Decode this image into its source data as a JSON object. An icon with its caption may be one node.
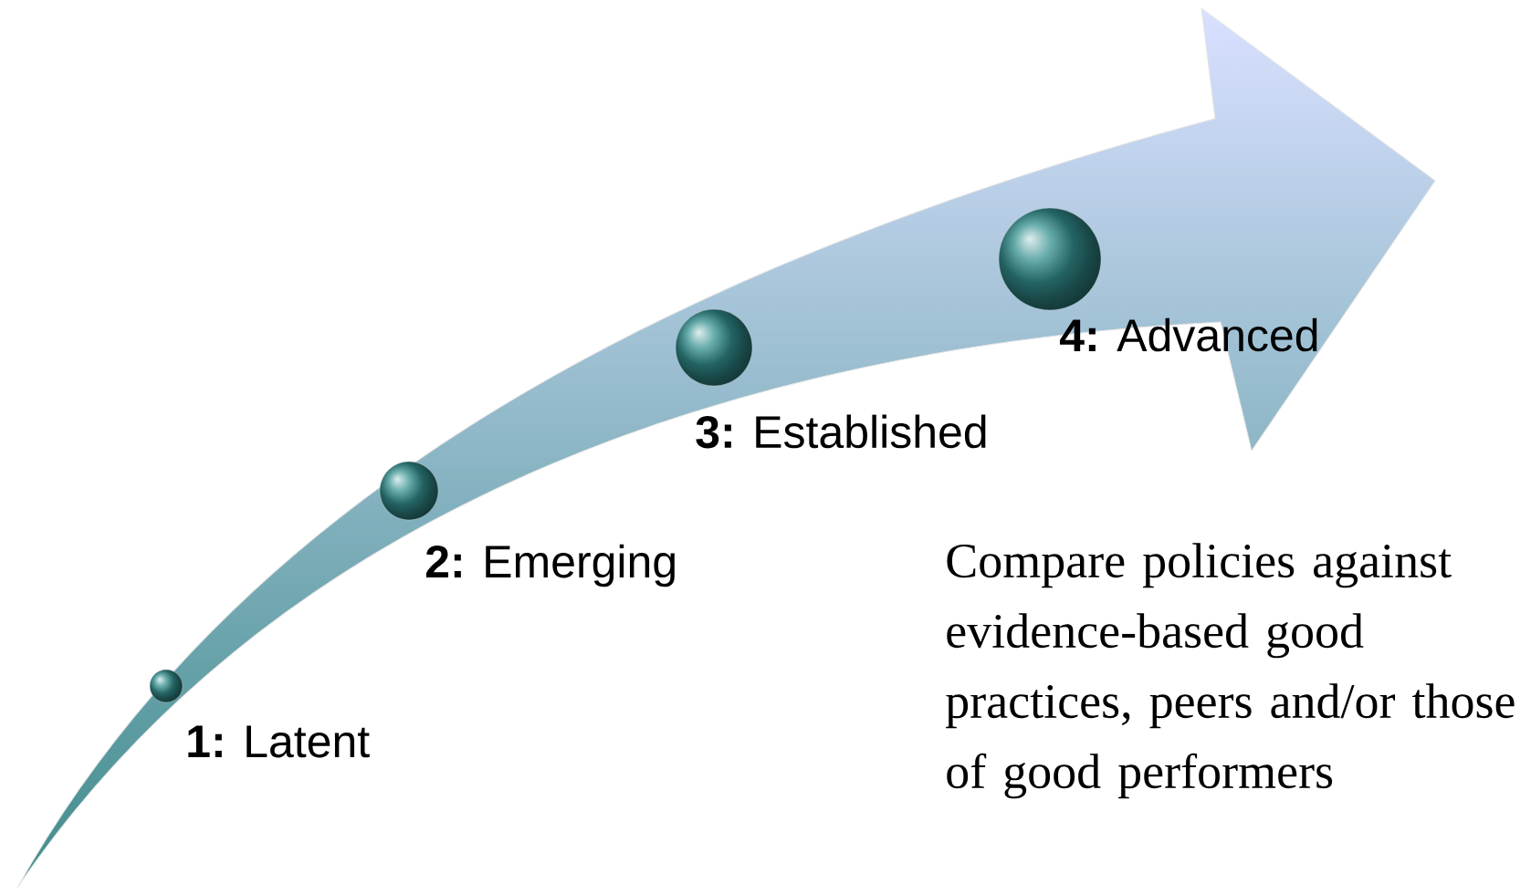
{
  "diagram": {
    "nodes": [
      {
        "text": [],
        "shape": "circle",
        "beside": [
          "**1:** Latent"
        ]
      },
      {
        "text": [],
        "shape": "circle",
        "beside": [
          "**2:** Emerging"
        ]
      },
      {
        "text": [],
        "shape": "circle",
        "beside": [
          "**3:** Established"
        ]
      },
      {
        "text": [],
        "shape": "circle",
        "beside": [
          "**4:** Advanced"
        ]
      }
    ],
    "labels": [
      "Compare policies against evidence-based good practices, peers and/or those of good performers"
    ]
  }
}
